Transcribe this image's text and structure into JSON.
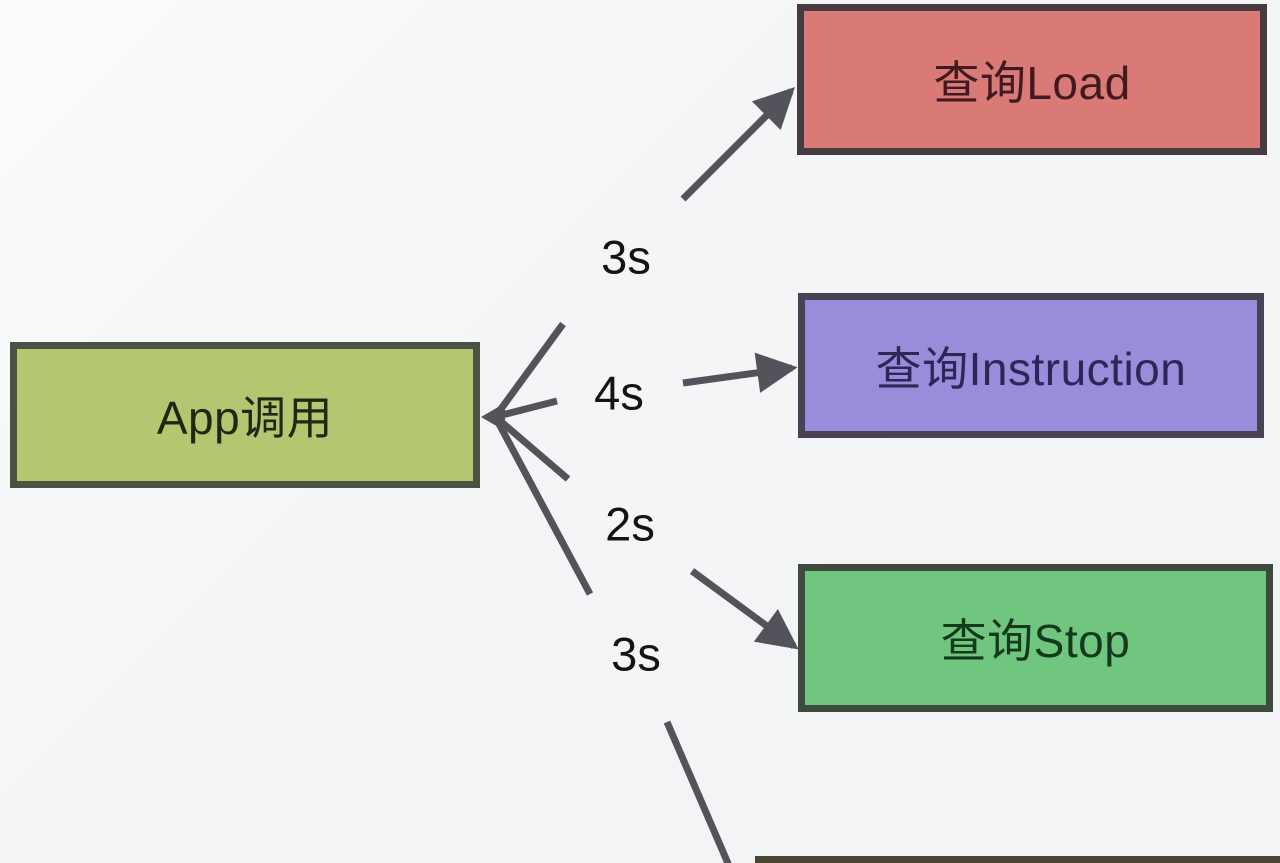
{
  "diagram": {
    "app_node": {
      "label": "App调用"
    },
    "target_nodes": [
      {
        "label": "查询Load"
      },
      {
        "label": "查询Instruction"
      },
      {
        "label": "查询Stop"
      }
    ],
    "edge_labels": [
      "3s",
      "4s",
      "2s",
      "3s"
    ],
    "colors": {
      "background": "#f4f5f7",
      "app_node_fill": "#b2c770",
      "load_node_fill": "#d97a76",
      "instruction_node_fill": "#998cda",
      "stop_node_fill": "#70c57f",
      "partial_node_border": "#4b4631",
      "arrow": "#54525a",
      "node_border_dark": "#47414b"
    }
  }
}
